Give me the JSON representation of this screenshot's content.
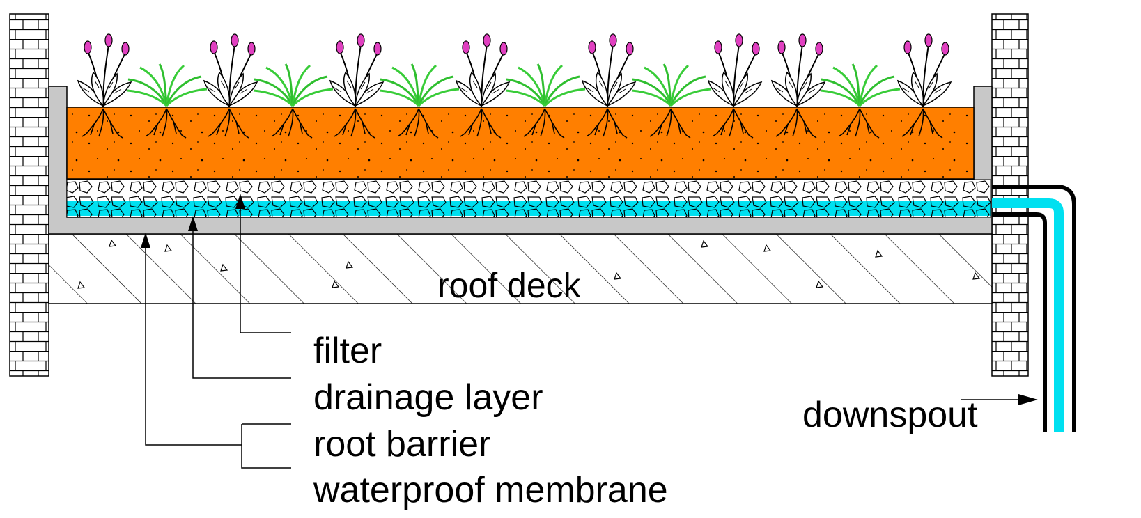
{
  "labels": {
    "roof_deck": "roof deck",
    "filter": "filter",
    "drainage_layer": "drainage layer",
    "root_barrier": "root barrier",
    "waterproof_membrane": "waterproof membrane",
    "downspout": "downspout"
  },
  "colors": {
    "growing_medium": "#ff7f00",
    "water": "#00e0f0",
    "membrane": "#c8c8c8",
    "foliage": "#33cc33",
    "flower": "#e040c0",
    "line": "#000000"
  },
  "plants": [
    "flowering-plant",
    "grass",
    "flowering-plant",
    "grass",
    "flowering-plant",
    "grass",
    "flowering-plant",
    "grass",
    "flowering-plant",
    "grass",
    "flowering-plant",
    "flowering-plant",
    "grass",
    "flowering-plant"
  ]
}
